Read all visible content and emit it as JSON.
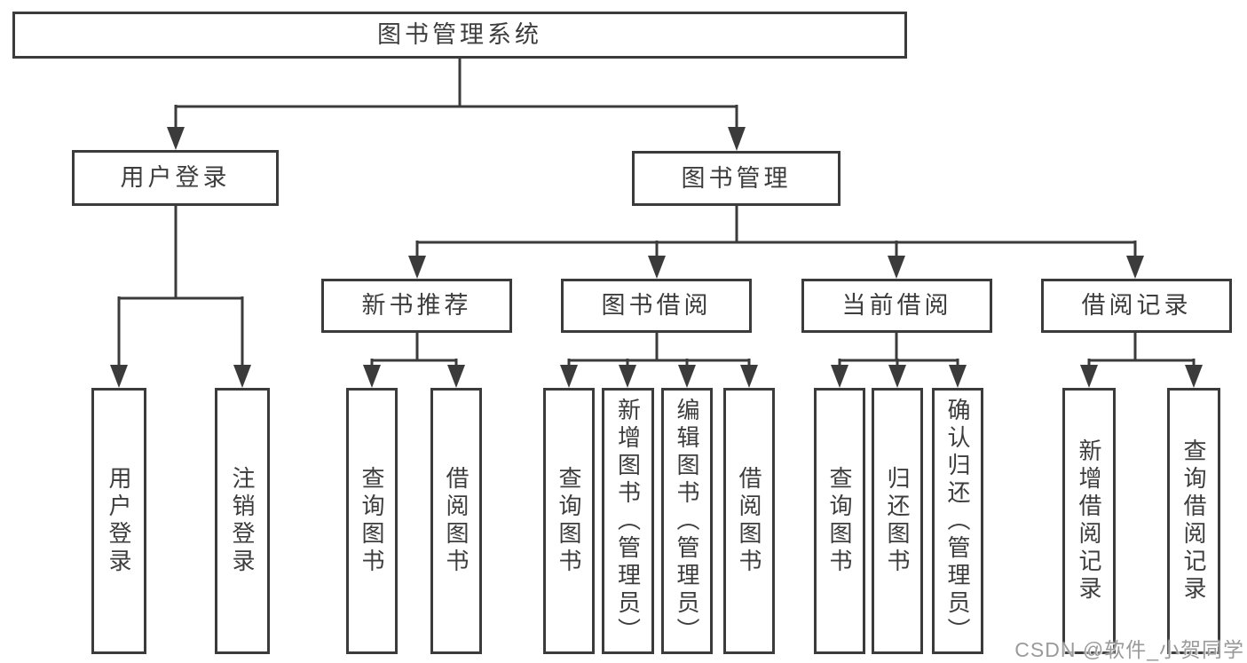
{
  "colors": {
    "line": "#3b3b3b",
    "text": "#3d3d3d",
    "box_background": "#ffffff",
    "page_background": "#ffffff",
    "watermark": "#9a9a9a"
  },
  "tree": {
    "root": {
      "label": "图书管理系统"
    },
    "branches": [
      {
        "label": "用户登录",
        "children": [
          {
            "label": "用户登录"
          },
          {
            "label": "注销登录"
          }
        ]
      },
      {
        "label": "图书管理",
        "children": [
          {
            "label": "新书推荐",
            "children": [
              {
                "label": "查询图书"
              },
              {
                "label": "借阅图书"
              }
            ]
          },
          {
            "label": "图书借阅",
            "children": [
              {
                "label": "查询图书"
              },
              {
                "label": "新增图书（管理员）"
              },
              {
                "label": "编辑图书（管理员）"
              },
              {
                "label": "借阅图书"
              }
            ]
          },
          {
            "label": "当前借阅",
            "children": [
              {
                "label": "查询图书"
              },
              {
                "label": "归还图书"
              },
              {
                "label": "确认归还（管理员）"
              }
            ]
          },
          {
            "label": "借阅记录",
            "children": [
              {
                "label": "新增借阅记录"
              },
              {
                "label": "查询借阅记录"
              }
            ]
          }
        ]
      }
    ]
  },
  "watermark": {
    "text": "CSDN @软件_小贺同学"
  }
}
